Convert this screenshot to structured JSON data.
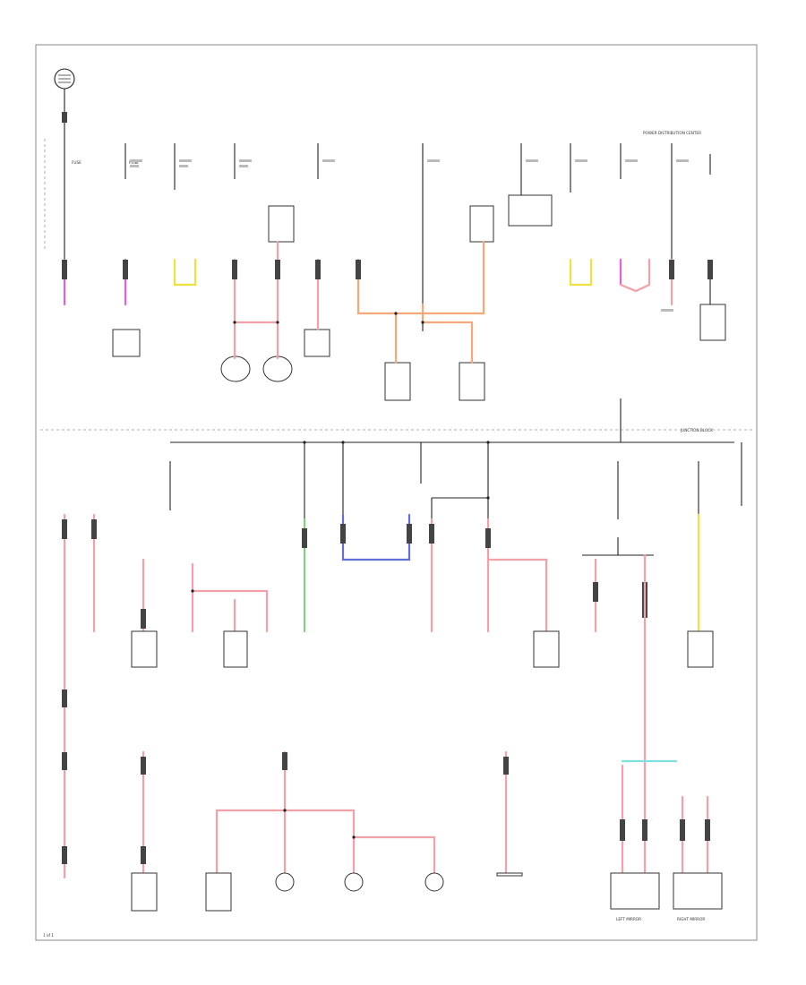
{
  "diagram": {
    "header_label": "POWER DISTRIBUTION CENTER",
    "section_divider_label": "JUNCTION BLOCK",
    "footer_mark": "1 of 1",
    "fuse_label": "FUSE",
    "bottom_labels": {
      "left_mirror": "LEFT MIRROR",
      "right_mirror": "RIGHT MIRROR"
    },
    "colors": {
      "pink": "#f4a0a8",
      "magenta": "#e060e0",
      "yellow": "#f0e040",
      "orange": "#f5a878",
      "blue": "#6070d8",
      "green": "#80d080",
      "cyan": "#80e0e0",
      "black": "#222222",
      "frame": "#888888"
    }
  }
}
